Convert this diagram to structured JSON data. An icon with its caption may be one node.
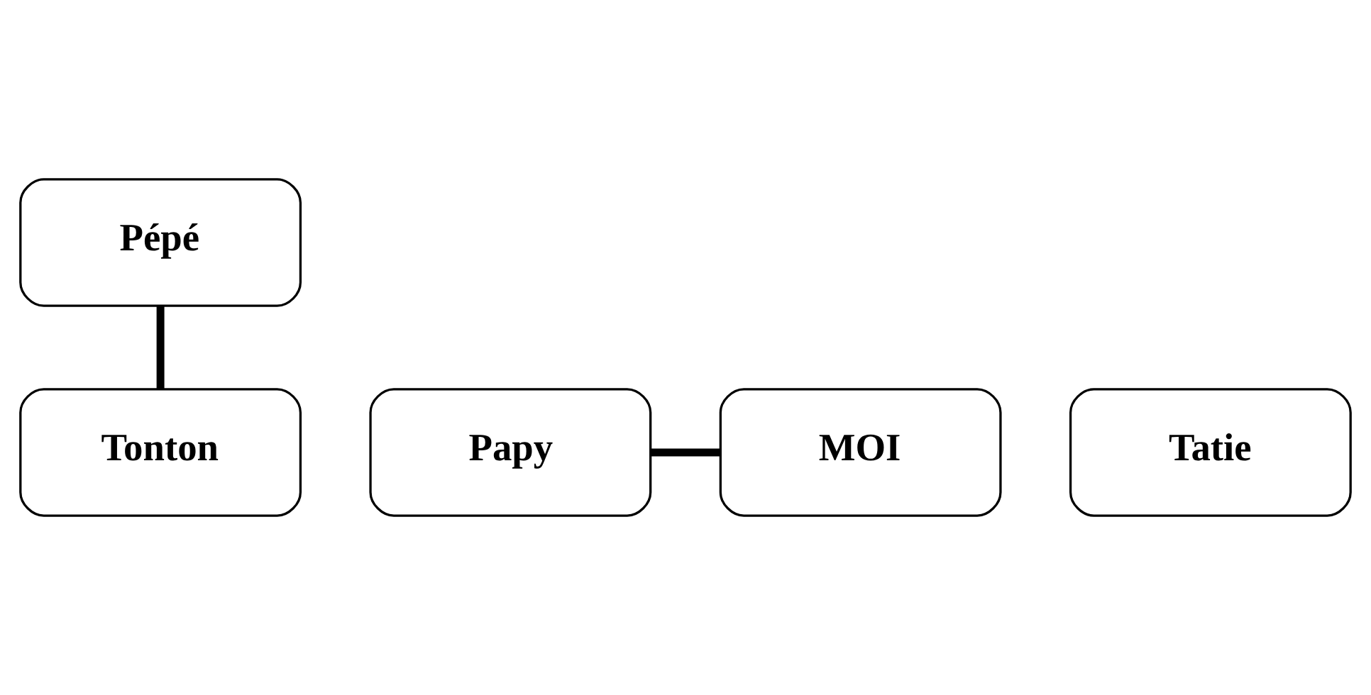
{
  "diagram": {
    "nodes": [
      {
        "text": [
          "Pépé"
        ]
      },
      {
        "text": [
          "Papy"
        ]
      },
      {
        "text": [
          "Tonton"
        ]
      },
      {
        "text": [
          "Tatie"
        ]
      },
      {
        "text": [
          "MOI"
        ]
      }
    ],
    "edges": [
      {
        "from": 0,
        "to": 2,
        "arrow": "none"
      },
      {
        "from": 1,
        "to": 4,
        "arrow": "none"
      }
    ]
  }
}
